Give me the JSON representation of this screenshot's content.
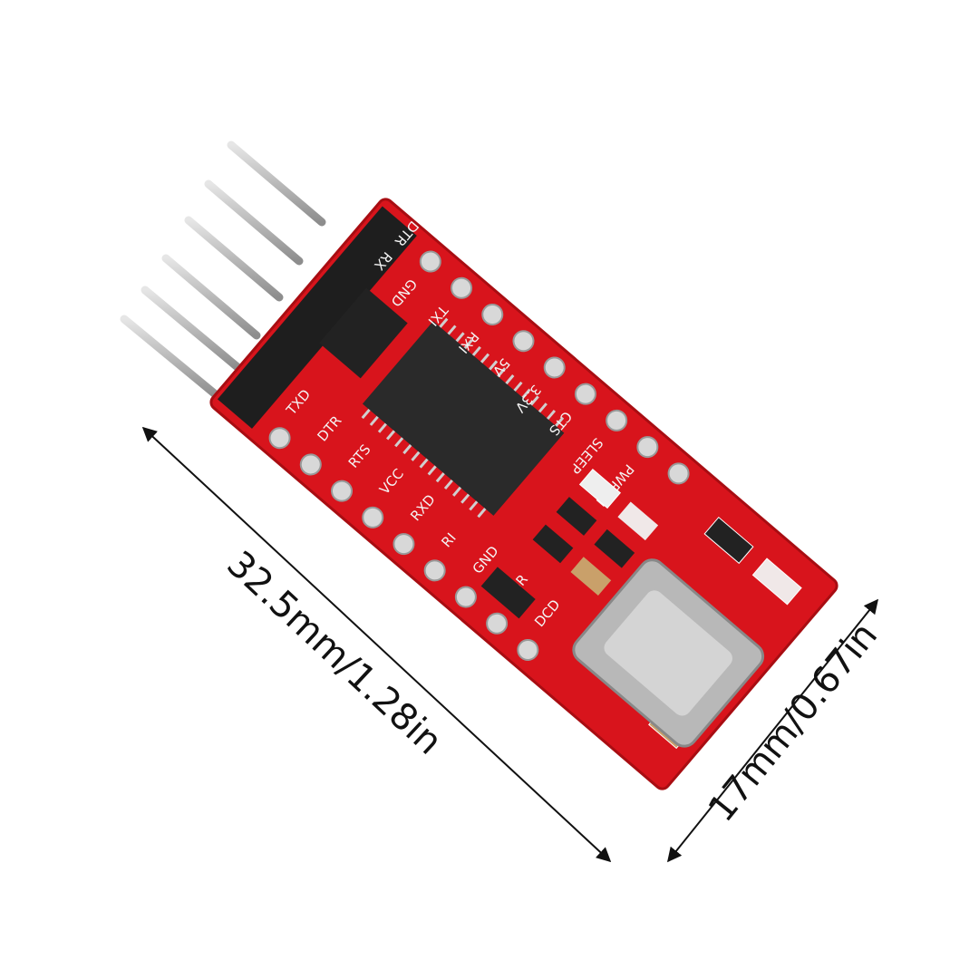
{
  "dimensions": {
    "length_label": "32.5mm/1.28in",
    "width_label": "17mm/0.67in"
  },
  "board": {
    "top_pin_labels": [
      "GND",
      "TXI",
      "RXI",
      "5V",
      "3.3V",
      "CTS",
      "SLEEP",
      "PWREN"
    ],
    "bottom_pin_labels": [
      "TXD",
      "DTR",
      "RTS",
      "VCC",
      "RXD",
      "RI",
      "GND",
      "DSR",
      "DCD"
    ],
    "header_labels": [
      "DTR",
      "RX"
    ],
    "colors": {
      "pcb": "#d8141c",
      "chip": "#2a2a2a",
      "connector": "#b8b8b8",
      "background": "#ffffff"
    }
  }
}
